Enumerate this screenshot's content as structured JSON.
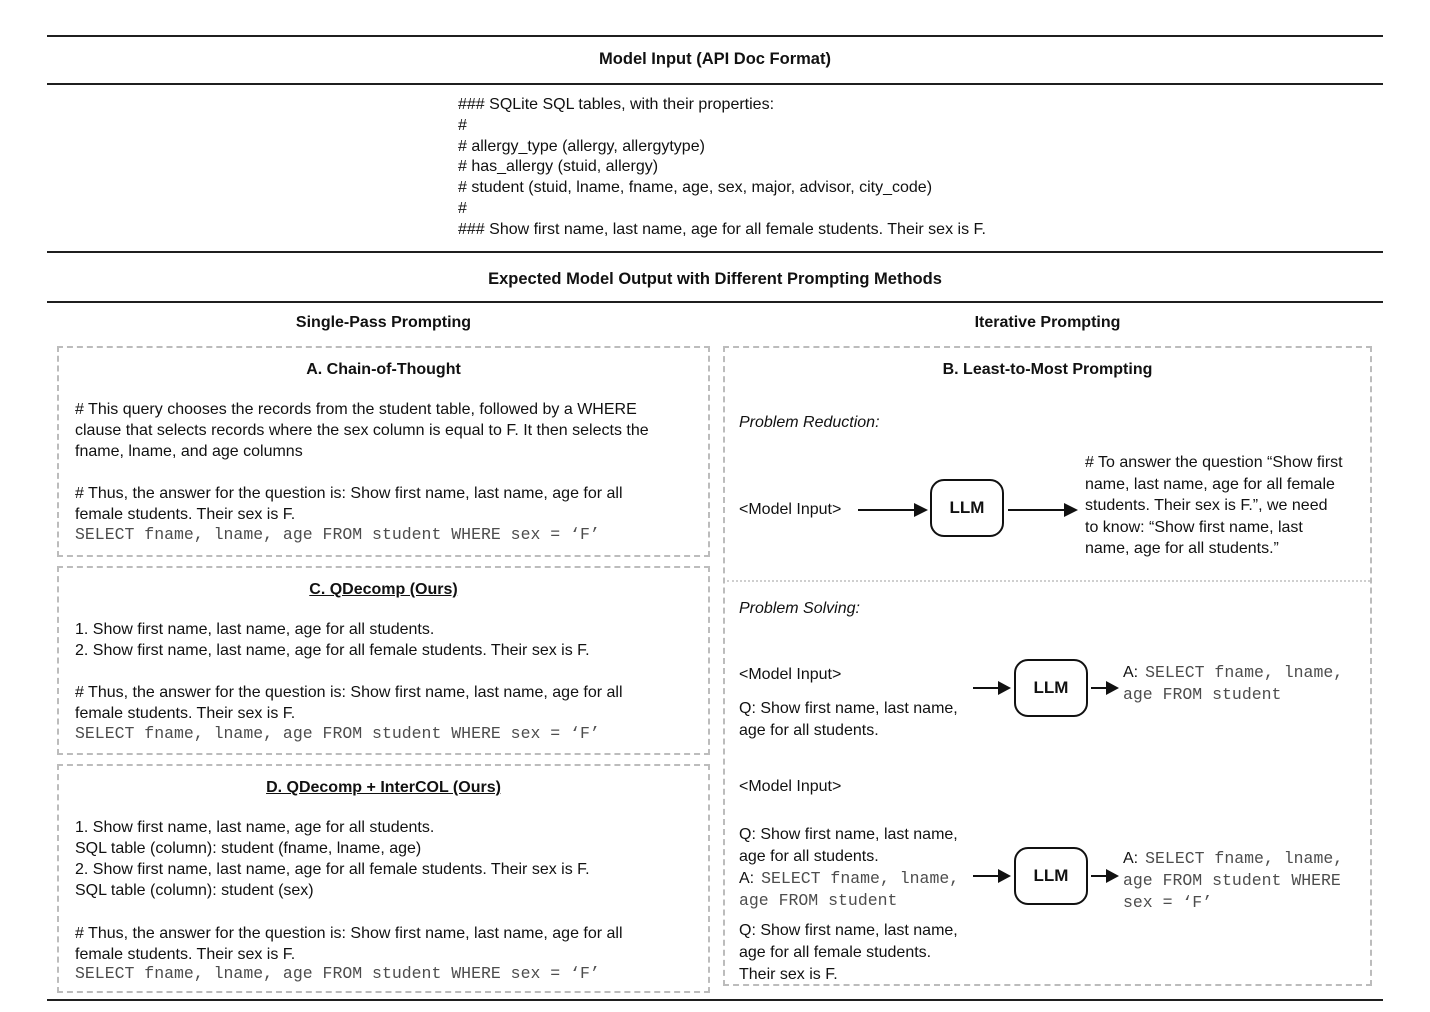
{
  "figure": {
    "input_panel": {
      "title": "Model Input (API Doc Format)",
      "lines": [
        "### SQLite SQL tables, with their properties:",
        "#",
        "# allergy_type (allergy, allergytype)",
        "# has_allergy (stuid, allergy)",
        "# student (stuid, lname, fname, age, sex, major, advisor, city_code)",
        "#",
        "### Show first name, last name, age for all female students. Their sex is F."
      ]
    },
    "output_panel": {
      "title": "Expected Model Output with Different Prompting Methods",
      "left_column_header": "Single-Pass Prompting",
      "right_column_header": "Iterative Prompting"
    },
    "box_a": {
      "title": "A. Chain-of-Thought",
      "para1": [
        "# This query chooses the records from the student table, followed by a WHERE",
        "clause that selects records where the sex column is equal to F. It then selects the",
        "fname, lname, and age columns"
      ],
      "para2": [
        "# Thus, the answer for the question is: Show first name, last name, age for all",
        "female students. Their sex is F."
      ],
      "sql": "SELECT fname, lname, age FROM student WHERE sex = ‘F’"
    },
    "box_c": {
      "title": "C. QDecomp (Ours)",
      "steps": [
        "1. Show first name, last name, age for all students.",
        "2. Show first name, last name, age for all female students. Their sex is F."
      ],
      "para2": [
        "# Thus, the answer for the question is: Show first name, last name, age for all",
        "female students. Their sex is F."
      ],
      "sql": "SELECT fname, lname, age FROM student WHERE sex = ‘F’"
    },
    "box_d": {
      "title": "D. QDecomp + InterCOL (Ours)",
      "steps": [
        "1. Show first name, last name, age for all students.",
        "SQL table (column): student (fname, lname, age)",
        "2. Show first name, last name, age for all female students. Their sex is F.",
        "SQL table (column): student (sex)"
      ],
      "para2": [
        "# Thus, the answer for the question is: Show first name, last name, age for all",
        "female students. Their sex is F."
      ],
      "sql": "SELECT fname, lname, age FROM student WHERE sex = ‘F’"
    },
    "box_b": {
      "title": "B. Least-to-Most Prompting",
      "problem_reduction_label": "Problem Reduction:",
      "problem_solving_label": "Problem Solving:",
      "model_input_tag": "<Model Input>",
      "llm_label": "LLM",
      "reduction_output": [
        "# To answer the question “Show first",
        "name, last name, age for all female",
        "students. Their sex is F.”, we need",
        "to know: “Show first name, last",
        "name, age for all students.”"
      ],
      "solve1": {
        "question": [
          "Q: Show first name, last name,",
          "age for all students."
        ],
        "answer_label": "A:",
        "answer_code": [
          "SELECT fname, lname,",
          "age FROM student"
        ]
      },
      "solve2": {
        "question1": [
          "Q: Show first name, last name,",
          "age for all students."
        ],
        "answer1_label": "A:",
        "answer1_code": [
          "SELECT fname, lname,",
          "age FROM student"
        ],
        "question2": [
          "Q: Show first name, last name,",
          "age for all female students.",
          "Their sex is F."
        ],
        "answer2_label": "A:",
        "answer2_code": [
          "SELECT fname, lname,",
          "age FROM student WHERE",
          "sex = ‘F’"
        ]
      }
    }
  }
}
